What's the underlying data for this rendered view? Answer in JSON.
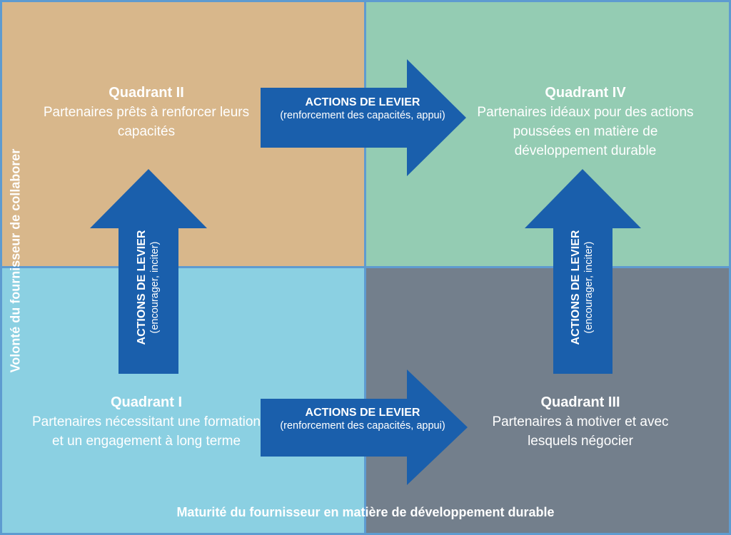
{
  "quadrants": {
    "q2": {
      "title": "Quadrant II",
      "text": "Partenaires prêts à renforcer leurs capacités"
    },
    "q4": {
      "title": "Quadrant IV",
      "text": "Partenaires idéaux pour des actions poussées en matière de développement durable"
    },
    "q1": {
      "title": "Quadrant I",
      "text": "Partenaires nécessitant une formation et un engagement à long terme"
    },
    "q3": {
      "title": "Quadrant III",
      "text": "Partenaires à motiver et avec lesquels négocier"
    }
  },
  "arrows": {
    "top_right": {
      "title": "ACTIONS DE LEVIER",
      "text": "(renforcement des capacités, appui)"
    },
    "bottom_right": {
      "title": "ACTIONS DE LEVIER",
      "text": "(renforcement des capacités, appui)"
    },
    "left_up": {
      "title": "ACTIONS DE LEVIER",
      "text": "(encourager, inciter)"
    },
    "right_up": {
      "title": "ACTIONS DE LEVIER",
      "text": "(encourager, inciter)"
    }
  },
  "axes": {
    "y": "Volonté du fournisseur de collaborer",
    "x": "Maturité du fournisseur en matière de développement durable"
  },
  "colors": {
    "q2": "#D8B78B",
    "q4": "#94CCB3",
    "q1": "#8BD0E2",
    "q3": "#737F8C",
    "arrow": "#1A5FAC",
    "grid": "#5E9BD0"
  }
}
